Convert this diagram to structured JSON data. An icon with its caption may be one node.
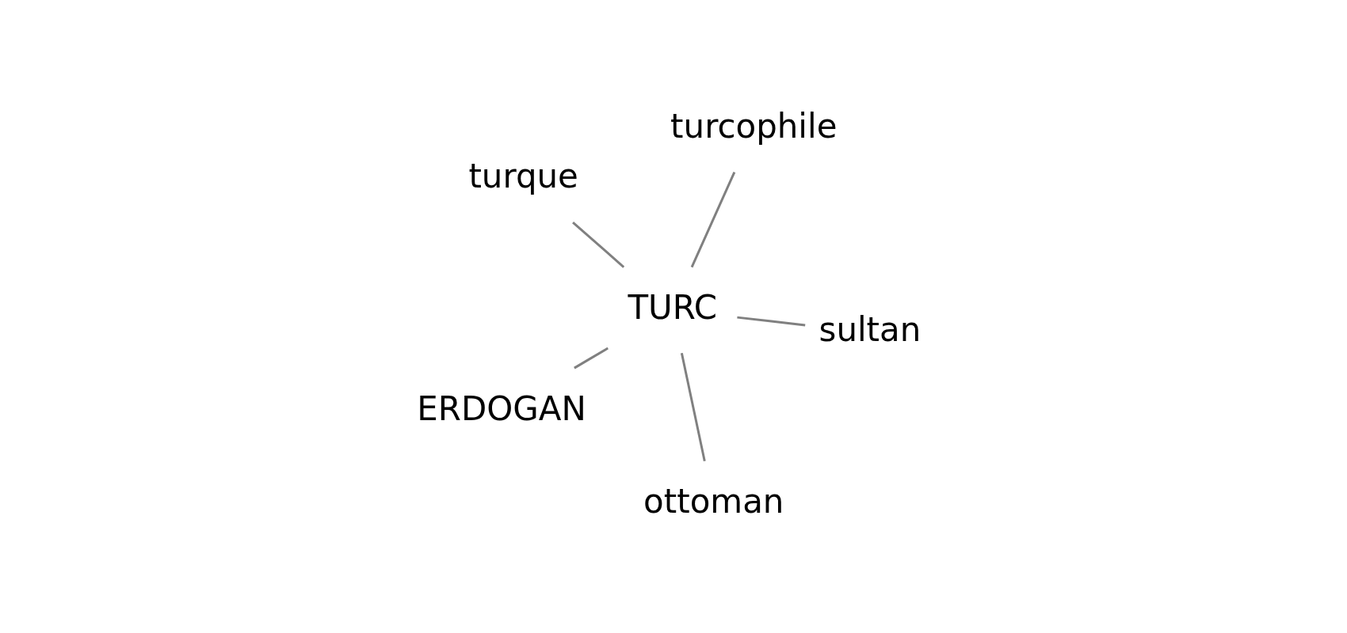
{
  "diagram": {
    "nodes": [
      {
        "text": [
          "turque"
        ]
      },
      {
        "text": [
          "sultan"
        ]
      },
      {
        "text": [
          "ottoman"
        ]
      },
      {
        "text": [
          "TURC"
        ]
      },
      {
        "text": [
          "turcophile"
        ]
      },
      {
        "text": [
          "ERDOGAN"
        ]
      }
    ],
    "edges": [
      {
        "from": 3,
        "to": 0,
        "arrow": "none"
      },
      {
        "from": 3,
        "to": 1,
        "arrow": "none"
      },
      {
        "from": 3,
        "to": 2,
        "arrow": "none"
      },
      {
        "from": 3,
        "to": 4,
        "arrow": "none"
      },
      {
        "from": 3,
        "to": 5,
        "arrow": "none"
      }
    ]
  }
}
